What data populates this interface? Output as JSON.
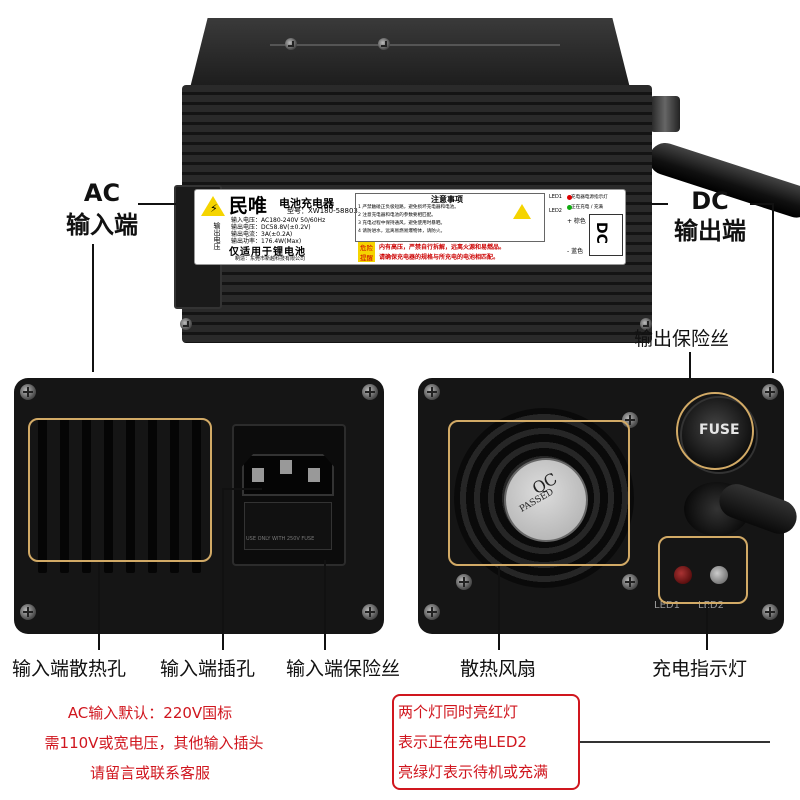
{
  "label_card": {
    "brand": "民唯",
    "title": "电池充电器",
    "model": "型号：XW180-58803",
    "specs": [
      "输入电压：AC180-240V 50/60Hz",
      "输出电压：DC58.8V(±0.2V)",
      "输出电流：3A(±0.2A)",
      "输出功率：176.4W(Max)"
    ],
    "only_for": "仅适用于锂电池",
    "maker": "制造：东莞市新越科技有限公司",
    "notice_title": "注意事项",
    "notice_lines": [
      "1 严禁触碰正负极短路，避免损坏充电器和电池。",
      "2 注意充电器和电池的参数要相匹配。",
      "3 充电过程中保持通风，避免使用时暴晒。",
      "4 请防进水，远离易燃易爆物体，请防火。"
    ],
    "danger_tag": "危险",
    "danger_text": "内有高压，严禁自行拆解，远离火源和易燃品。",
    "hint_tag": "提醒",
    "hint_text": "请确保充电器的规格与所充电的电池相匹配。",
    "led1_legend": "充电器电源指示灯",
    "led2_legend": "正在充电 / 充满",
    "dc_plus": "+ 棕色",
    "dc_minus": "- 蓝色",
    "dc_mark": "DC",
    "side_text": "输出电压"
  },
  "callouts": {
    "ac_top": "AC",
    "ac_bottom": "输入端",
    "dc_top": "DC",
    "dc_bottom": "输出端",
    "output_fuse": "输出保险丝",
    "input_vents": "输入端散热孔",
    "input_socket": "输入端插孔",
    "input_fuse": "输入端保险丝",
    "cooling_fan": "散热风扇",
    "charge_indicator": "充电指示灯"
  },
  "device": {
    "fuse_cap": "FUSE",
    "qc_text": "QC",
    "passed_text": "PASSED",
    "led1": "LED1",
    "led2": "LED2",
    "socket_text": "USE ONLY WITH 250V FUSE"
  },
  "notes": {
    "ac_default": [
      "AC输入默认：220V国标",
      "需110V或宽电压，其他输入插头",
      "请留言或联系客服"
    ],
    "led_box": [
      "两个灯同时亮红灯",
      "表示正在充电LED2",
      "亮绿灯表示待机或充满"
    ]
  },
  "colors": {
    "note_red": "#d0161e",
    "gold_frame": "#d2aa66",
    "warning_yellow": "#f5d400"
  }
}
